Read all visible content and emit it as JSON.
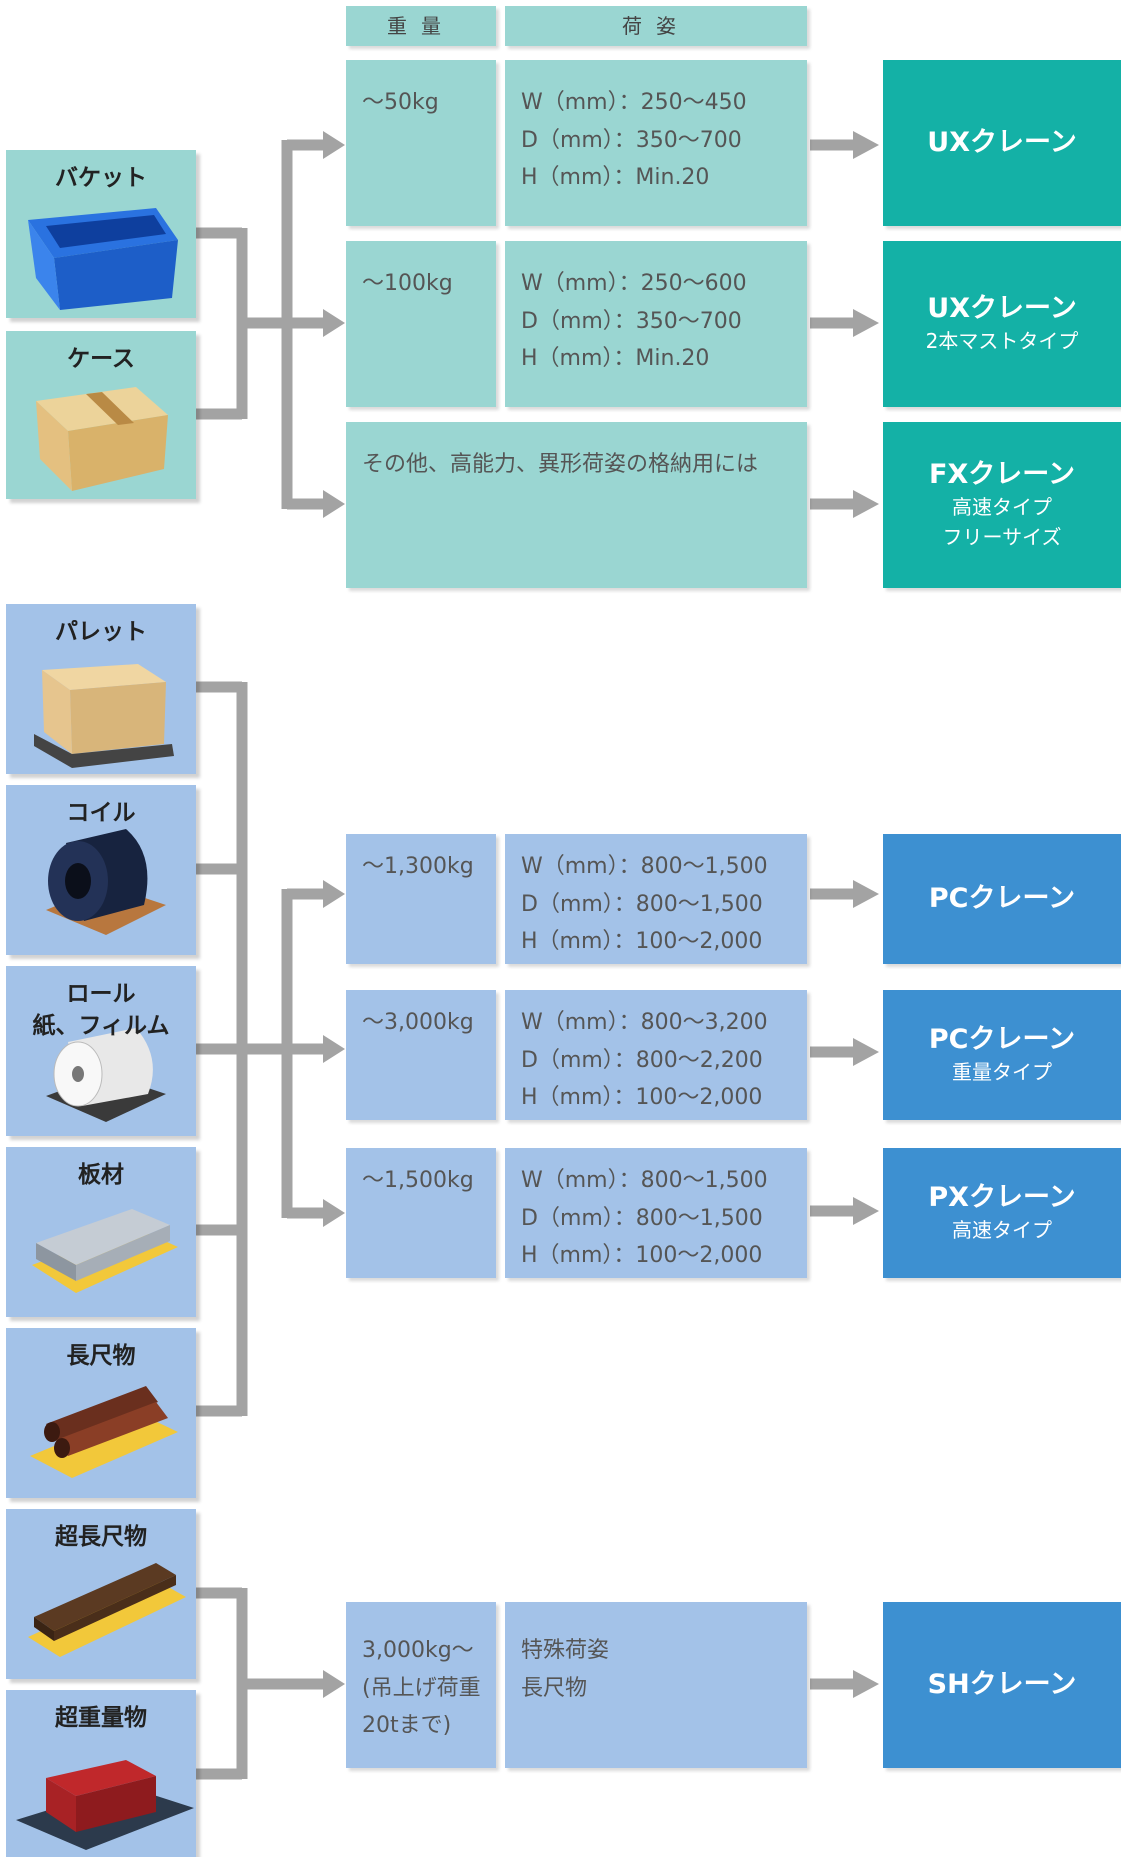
{
  "headers": {
    "weight": "重量",
    "form": "荷姿"
  },
  "items": [
    {
      "label": "バケット"
    },
    {
      "label": "ケース"
    },
    {
      "label": "パレット"
    },
    {
      "label": "コイル"
    },
    {
      "label": "ロール\n紙、フィルム"
    },
    {
      "label": "板材"
    },
    {
      "label": "長尺物"
    },
    {
      "label": "超長尺物"
    },
    {
      "label": "超重量物"
    }
  ],
  "rows": [
    {
      "weight": "〜50kg",
      "form": "W（mm）：250〜450\nD（mm）：350〜700\nH（mm）：Min.20",
      "crane": "UXクレーン",
      "sub": ""
    },
    {
      "weight": "〜100kg",
      "form": "W（mm）：250〜600\nD（mm）：350〜700\nH（mm）：Min.20",
      "crane": "UXクレーン",
      "sub": "2本マストタイプ"
    },
    {
      "other": "その他、高能力、異形荷姿の格納用には",
      "crane": "FXクレーン",
      "sub": "高速タイプ\nフリーサイズ"
    },
    {
      "weight": "〜1,300kg",
      "form": "W（mm）：800〜1,500\nD（mm）：800〜1,500\nH（mm）：100〜2,000",
      "crane": "PCクレーン",
      "sub": ""
    },
    {
      "weight": "〜3,000kg",
      "form": "W（mm）：800〜3,200\nD（mm）：800〜2,200\nH（mm）：100〜2,000",
      "crane": "PCクレーン",
      "sub": "重量タイプ"
    },
    {
      "weight": "〜1,500kg",
      "form": "W（mm）：800〜1,500\nD（mm）：800〜1,500\nH（mm）：100〜2,000",
      "crane": "PXクレーン",
      "sub": "高速タイプ"
    },
    {
      "weight": "3,000kg〜\n(吊上げ荷重\n20tまで)",
      "form": "特殊荷姿\n長尺物",
      "crane": "SHクレーン",
      "sub": ""
    }
  ],
  "colors": {
    "teal_box": "#9ad6d2",
    "teal_crane": "#14b1a6",
    "blue_box": "#a3c2e8",
    "blue_crane": "#3d90d1",
    "connector": "#a3a3a3"
  }
}
